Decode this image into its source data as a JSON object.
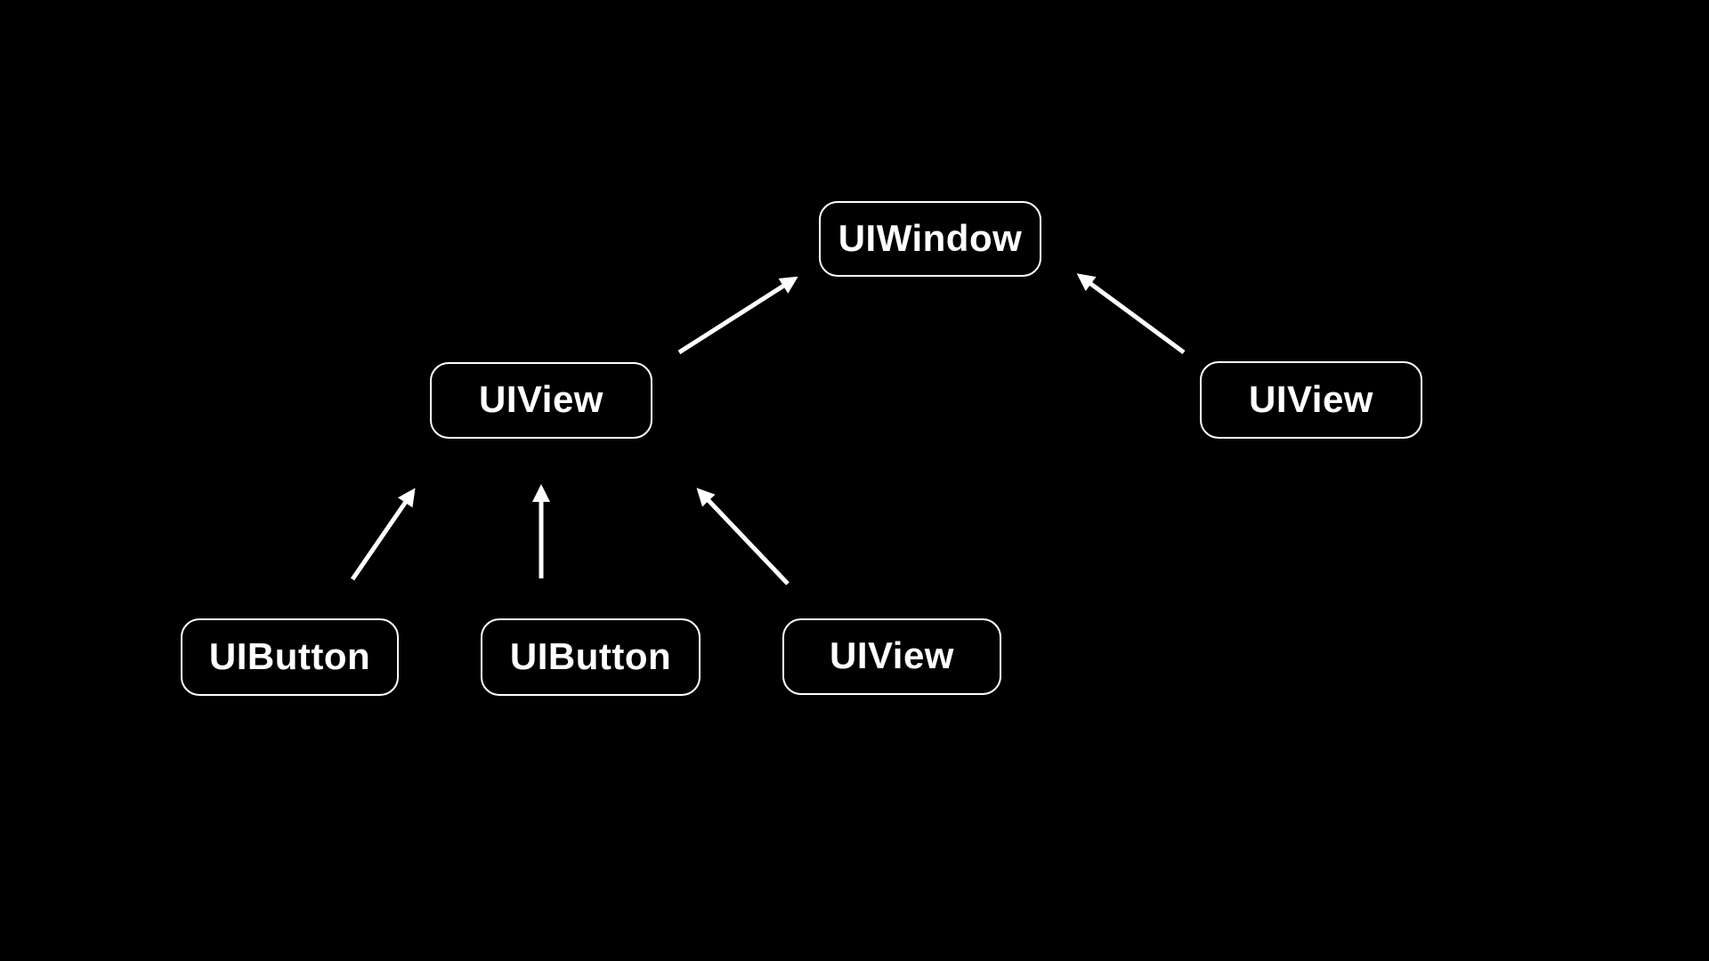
{
  "diagram": {
    "background_color": "#000000",
    "node_border_color": "#ffffff",
    "node_fill_color": "#000000",
    "node_text_color": "#ffffff",
    "arrow_color": "#ffffff",
    "nodes": [
      {
        "id": "uiwindow",
        "label": "UIWindow",
        "level": "root"
      },
      {
        "id": "uiview-middle",
        "label": "UIView",
        "level": "middle"
      },
      {
        "id": "uiview-right",
        "label": "UIView",
        "level": "middle"
      },
      {
        "id": "uibutton-left",
        "label": "UIButton",
        "level": "leaf"
      },
      {
        "id": "uibutton-middle",
        "label": "UIButton",
        "level": "leaf"
      },
      {
        "id": "uiview-bottom",
        "label": "UIView",
        "level": "leaf"
      }
    ],
    "edges": [
      {
        "from": "uiview-middle",
        "to": "uiwindow"
      },
      {
        "from": "uiview-right",
        "to": "uiwindow"
      },
      {
        "from": "uibutton-left",
        "to": "uiview-middle"
      },
      {
        "from": "uibutton-middle",
        "to": "uiview-middle"
      },
      {
        "from": "uiview-bottom",
        "to": "uiview-middle"
      }
    ]
  }
}
